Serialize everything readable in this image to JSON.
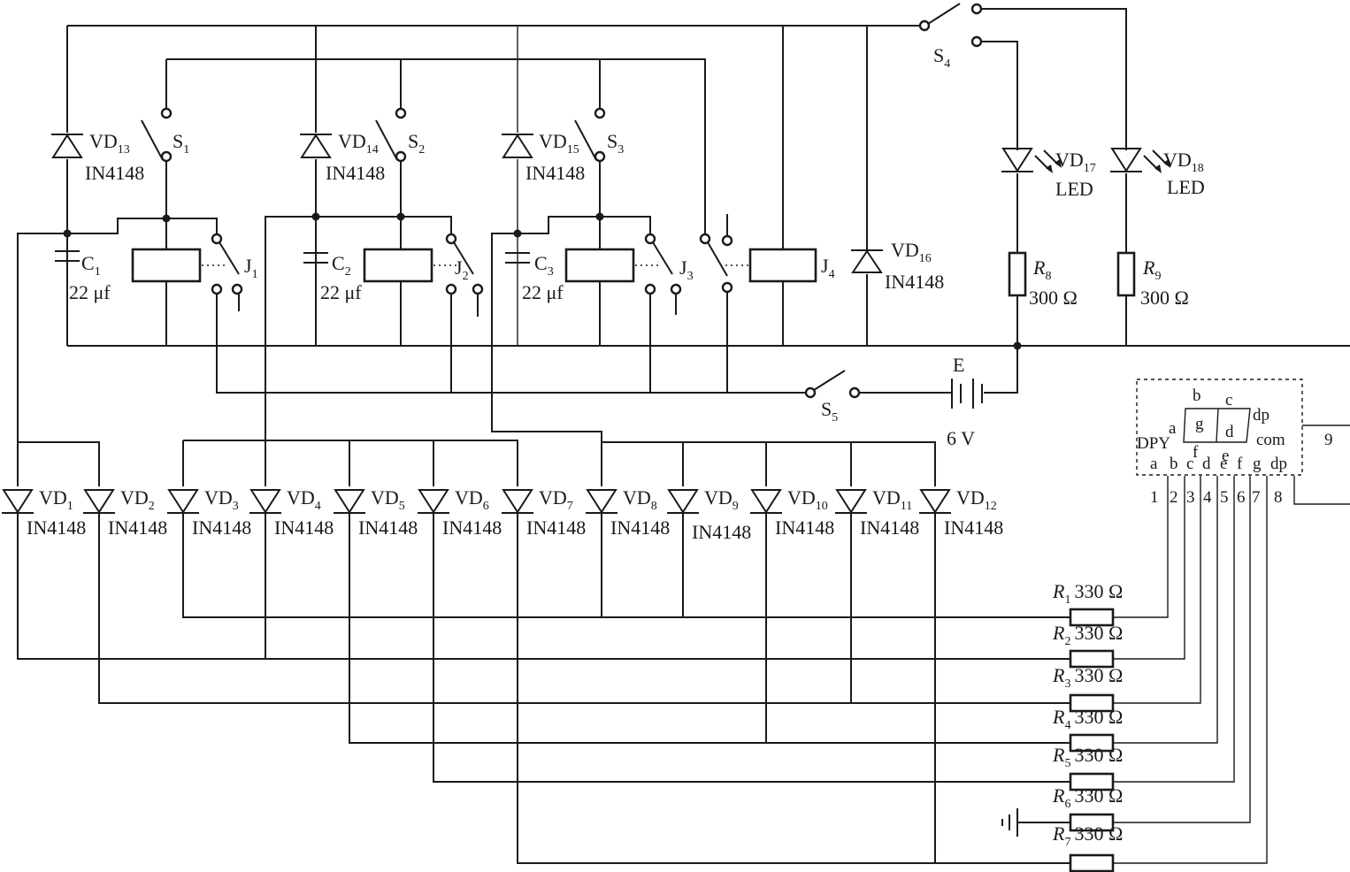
{
  "diode_part": "IN4148",
  "led_part": "LED",
  "upper_diodes": [
    {
      "name": "VD",
      "sub": "13"
    },
    {
      "name": "VD",
      "sub": "14"
    },
    {
      "name": "VD",
      "sub": "15"
    },
    {
      "name": "VD",
      "sub": "16"
    }
  ],
  "switches": [
    {
      "name": "S",
      "sub": "1"
    },
    {
      "name": "S",
      "sub": "2"
    },
    {
      "name": "S",
      "sub": "3"
    },
    {
      "name": "S",
      "sub": "4"
    },
    {
      "name": "S",
      "sub": "5"
    }
  ],
  "relays": [
    {
      "name": "J",
      "sub": "1"
    },
    {
      "name": "J",
      "sub": "2"
    },
    {
      "name": "J",
      "sub": "3"
    },
    {
      "name": "J",
      "sub": "4"
    }
  ],
  "capacitors": [
    {
      "name": "C",
      "sub": "1",
      "value": "22 μf"
    },
    {
      "name": "C",
      "sub": "2",
      "value": "22 μf"
    },
    {
      "name": "C",
      "sub": "3",
      "value": "22 μf"
    }
  ],
  "leds": [
    {
      "name": "VD",
      "sub": "17"
    },
    {
      "name": "VD",
      "sub": "18"
    }
  ],
  "led_resistors": [
    {
      "name": "R",
      "sub": "8",
      "value": "300 Ω"
    },
    {
      "name": "R",
      "sub": "9",
      "value": "300 Ω"
    }
  ],
  "battery": {
    "name": "E",
    "voltage": "6 V"
  },
  "lower_diodes": [
    {
      "name": "VD",
      "sub": "1"
    },
    {
      "name": "VD",
      "sub": "2"
    },
    {
      "name": "VD",
      "sub": "3"
    },
    {
      "name": "VD",
      "sub": "4"
    },
    {
      "name": "VD",
      "sub": "5"
    },
    {
      "name": "VD",
      "sub": "6"
    },
    {
      "name": "VD",
      "sub": "7"
    },
    {
      "name": "VD",
      "sub": "8"
    },
    {
      "name": "VD",
      "sub": "9"
    },
    {
      "name": "VD",
      "sub": "10"
    },
    {
      "name": "VD",
      "sub": "11"
    },
    {
      "name": "VD",
      "sub": "12"
    }
  ],
  "segment_resistors": [
    {
      "name": "R",
      "sub": "1",
      "value": "330 Ω"
    },
    {
      "name": "R",
      "sub": "2",
      "value": "330 Ω"
    },
    {
      "name": "R",
      "sub": "3",
      "value": "330 Ω"
    },
    {
      "name": "R",
      "sub": "4",
      "value": "330 Ω"
    },
    {
      "name": "R",
      "sub": "5",
      "value": "330 Ω"
    },
    {
      "name": "R",
      "sub": "6",
      "value": "330 Ω"
    },
    {
      "name": "R",
      "sub": "7",
      "value": "330 Ω"
    }
  ],
  "display": {
    "name": "DPY",
    "inner_labels": [
      "b",
      "c",
      "a",
      "g",
      "d",
      "dp",
      "f",
      "e",
      "com"
    ],
    "pin_letters": [
      "a",
      "b",
      "c",
      "d",
      "e",
      "f",
      "g",
      "dp"
    ],
    "pin_numbers": [
      "1",
      "2",
      "3",
      "4",
      "5",
      "6",
      "7",
      "8"
    ],
    "com_pin": "9"
  }
}
